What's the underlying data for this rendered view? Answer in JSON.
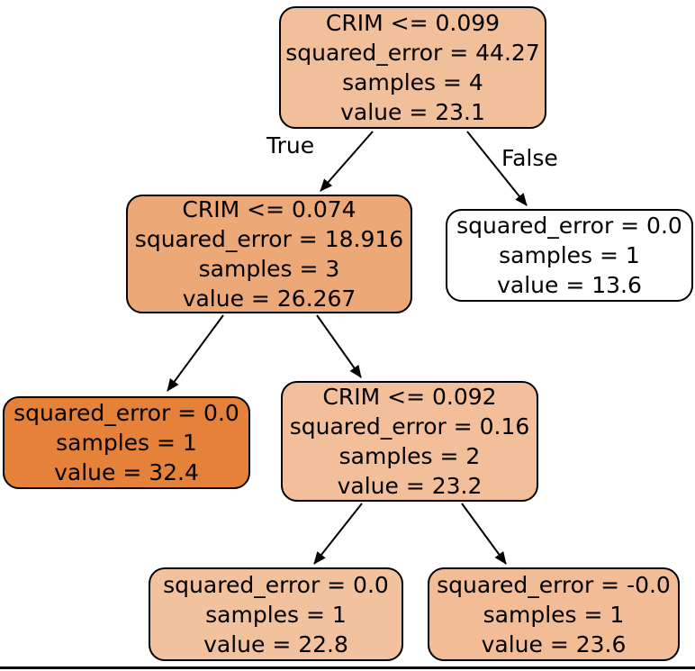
{
  "figure": {
    "type": "decision-tree-regression-plot",
    "feature": "CRIM",
    "background": "#ffffff",
    "line_color": "#000000",
    "node_border_color": "#000000",
    "leaf_max_color": "#e58139",
    "leaf_min_color": "#ffffff"
  },
  "edge_labels": {
    "true_branch": "True",
    "false_branch": "False"
  },
  "nodes": [
    {
      "id": "root",
      "depth": 0,
      "fill": "#f2bf9b",
      "lines": [
        "CRIM <= 0.099",
        "squared_error = 44.27",
        "samples = 4",
        "value = 23.1"
      ]
    },
    {
      "id": "internal-left",
      "depth": 1,
      "fill": "#eda877",
      "lines": [
        "CRIM <= 0.074",
        "squared_error = 18.916",
        "samples = 3",
        "value = 26.267"
      ]
    },
    {
      "id": "leaf-value-13-6",
      "depth": 1,
      "fill": "#ffffff",
      "lines": [
        "squared_error = 0.0",
        "samples = 1",
        "value = 13.6"
      ]
    },
    {
      "id": "leaf-value-32-4",
      "depth": 2,
      "fill": "#e58139",
      "lines": [
        "squared_error = 0.0",
        "samples = 1",
        "value = 32.4"
      ]
    },
    {
      "id": "internal-left-right",
      "depth": 2,
      "fill": "#f2bf9a",
      "lines": [
        "CRIM <= 0.092",
        "squared_error = 0.16",
        "samples = 2",
        "value = 23.2"
      ]
    },
    {
      "id": "leaf-value-22-8",
      "depth": 3,
      "fill": "#f2c29e",
      "lines": [
        "squared_error = 0.0",
        "samples = 1",
        "value = 22.8"
      ]
    },
    {
      "id": "leaf-value-23-6",
      "depth": 3,
      "fill": "#f1bc96",
      "lines": [
        "squared_error = -0.0",
        "samples = 1",
        "value = 23.6"
      ]
    }
  ],
  "tree_edges": [
    {
      "from": "root",
      "to": "internal-left",
      "label": "True"
    },
    {
      "from": "root",
      "to": "leaf-value-13-6",
      "label": "False"
    },
    {
      "from": "internal-left",
      "to": "leaf-value-32-4",
      "label": ""
    },
    {
      "from": "internal-left",
      "to": "internal-left-right",
      "label": ""
    },
    {
      "from": "internal-left-right",
      "to": "leaf-value-22-8",
      "label": ""
    },
    {
      "from": "internal-left-right",
      "to": "leaf-value-23-6",
      "label": ""
    }
  ]
}
